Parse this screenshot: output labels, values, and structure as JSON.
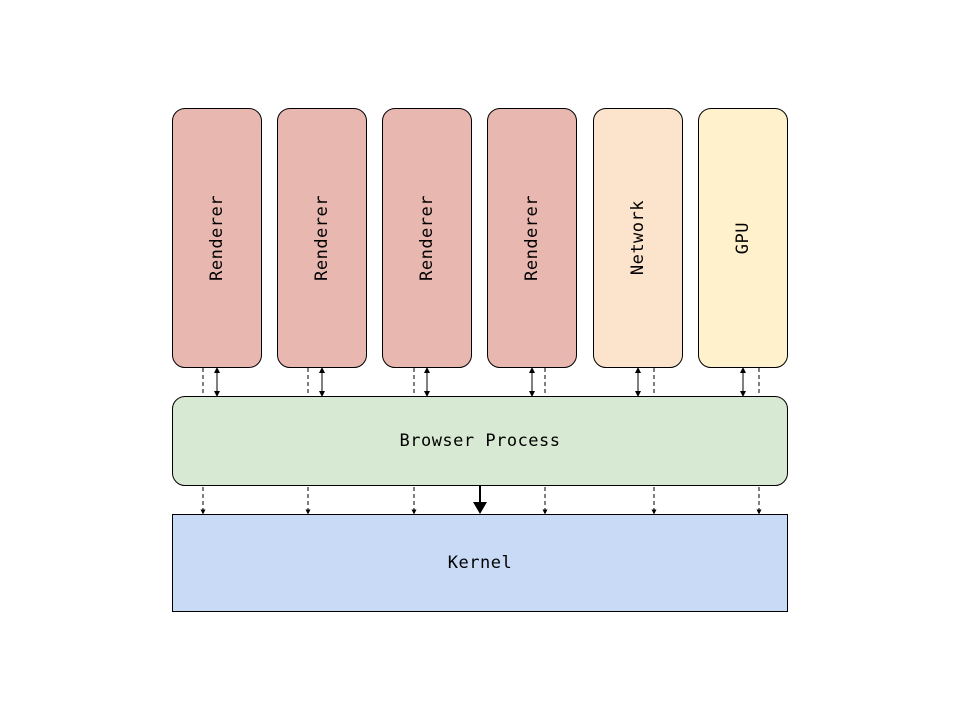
{
  "processes": [
    {
      "label": "Renderer",
      "kind": "renderer"
    },
    {
      "label": "Renderer",
      "kind": "renderer"
    },
    {
      "label": "Renderer",
      "kind": "renderer"
    },
    {
      "label": "Renderer",
      "kind": "renderer"
    },
    {
      "label": "Network",
      "kind": "network"
    },
    {
      "label": "GPU",
      "kind": "gpu"
    }
  ],
  "browser": {
    "label": "Browser Process"
  },
  "kernel": {
    "label": "Kernel"
  },
  "colors": {
    "renderer": "#e8b7b0",
    "network": "#fce4cc",
    "gpu": "#fff1cc",
    "browser": "#d8e9d3",
    "kernel": "#c9daf7",
    "stroke": "#000000"
  }
}
